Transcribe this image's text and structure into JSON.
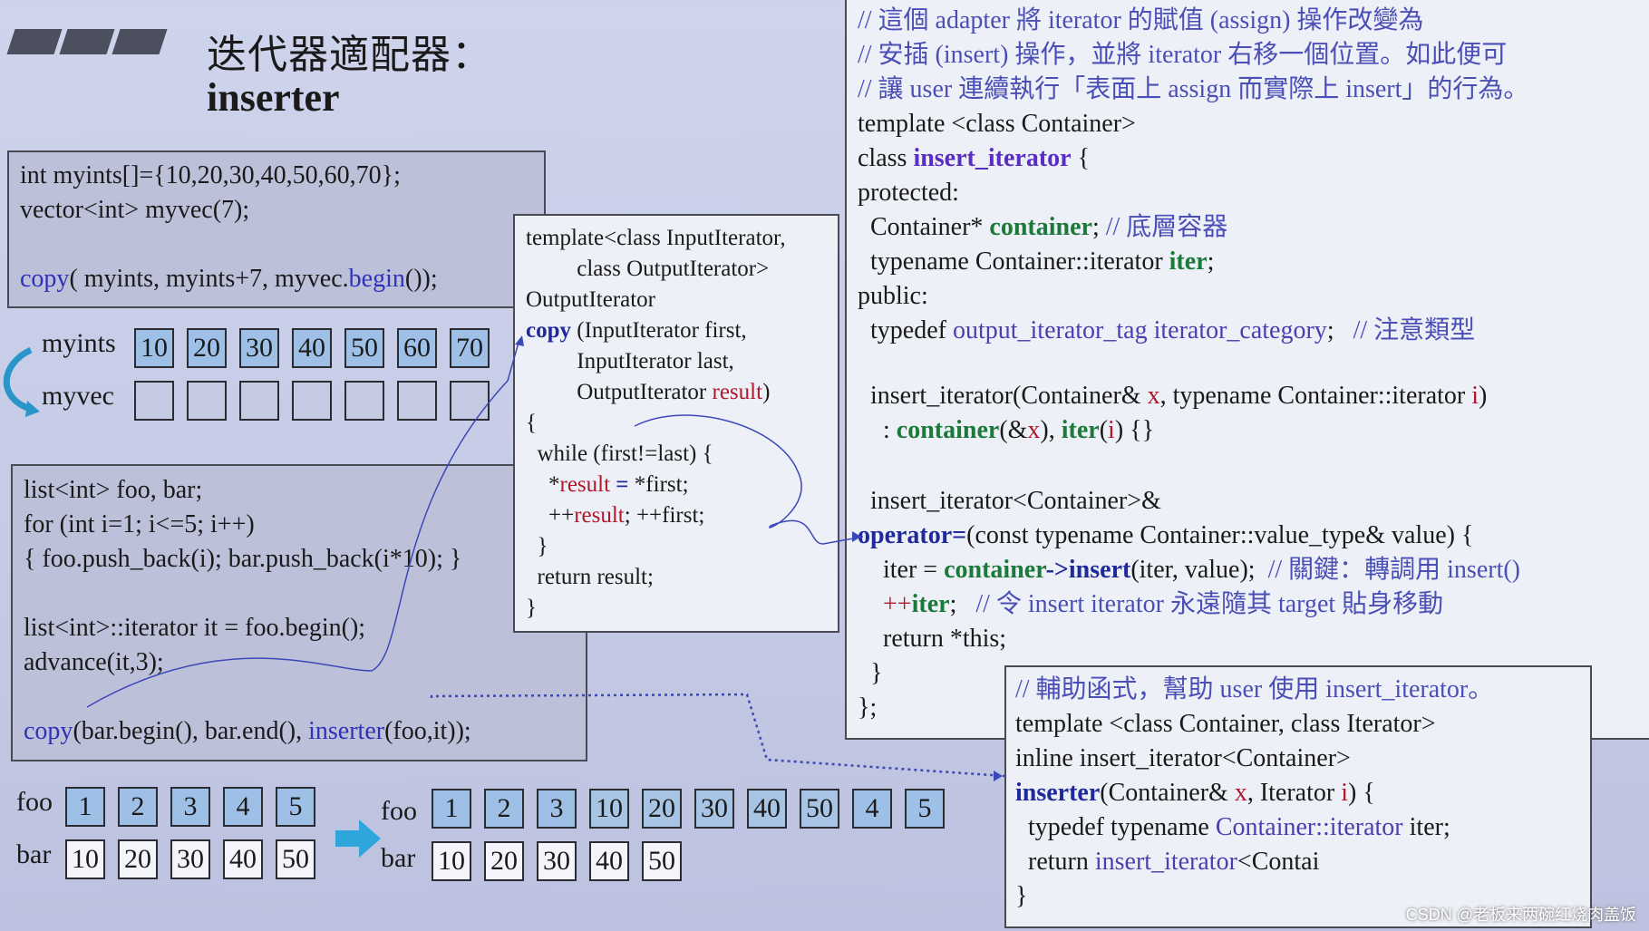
{
  "header": {
    "title_cn": "迭代器適配器：",
    "title_en": "inserter"
  },
  "box1": {
    "lines": [
      [
        {
          "t": "int myints[]={10,20,30,40,50,60,70};"
        }
      ],
      [
        {
          "t": "vector<int> myvec(7);"
        }
      ],
      [
        {
          "t": ""
        }
      ],
      [
        {
          "t": "copy",
          "c": "kw"
        },
        {
          "t": "( myints, myints+7, myvec."
        },
        {
          "t": "begin",
          "c": "kw"
        },
        {
          "t": "());"
        }
      ]
    ]
  },
  "arrays1": {
    "myints_label": "myints",
    "myvec_label": "myvec",
    "myints": [
      "10",
      "20",
      "30",
      "40",
      "50",
      "60",
      "70"
    ]
  },
  "box2": {
    "lines": [
      [
        {
          "t": "list<int> foo, bar;"
        }
      ],
      [
        {
          "t": "for (int i=1; i<=5; i++)"
        }
      ],
      [
        {
          "t": "{ foo.push_back(i); bar.push_back(i*10); }"
        }
      ],
      [
        {
          "t": ""
        }
      ],
      [
        {
          "t": "list<int>::iterator it = foo.begin();"
        }
      ],
      [
        {
          "t": "advance(it,3);"
        }
      ],
      [
        {
          "t": ""
        }
      ],
      [
        {
          "t": "copy",
          "c": "kw"
        },
        {
          "t": "(bar.begin(), bar.end(), "
        },
        {
          "t": "inserter",
          "c": "kw"
        },
        {
          "t": "(foo,it));"
        }
      ]
    ]
  },
  "copy_box": {
    "lines": [
      [
        {
          "t": "template<class InputIterator,"
        }
      ],
      [
        {
          "t": "         class OutputIterator>"
        }
      ],
      [
        {
          "t": "OutputIterator"
        }
      ],
      [
        {
          "t": "copy",
          "c": "navy"
        },
        {
          "t": " (InputIterator first,"
        }
      ],
      [
        {
          "t": "         InputIterator last,"
        }
      ],
      [
        {
          "t": "         OutputIterator "
        },
        {
          "t": "result",
          "c": "red"
        },
        {
          "t": ")"
        }
      ],
      [
        {
          "t": "{"
        }
      ],
      [
        {
          "t": "  while (first!=last) {"
        }
      ],
      [
        {
          "t": "    *"
        },
        {
          "t": "result",
          "c": "red"
        },
        {
          "t": " "
        },
        {
          "t": "=",
          "c": "navy"
        },
        {
          "t": " *first;"
        }
      ],
      [
        {
          "t": "    ++"
        },
        {
          "t": "result",
          "c": "red"
        },
        {
          "t": "; ++first;"
        }
      ],
      [
        {
          "t": "  }"
        }
      ],
      [
        {
          "t": "  return result;"
        }
      ],
      [
        {
          "t": "}"
        }
      ]
    ]
  },
  "right_code": {
    "lines": [
      [
        {
          "t": "// 這個 adapter 將 iterator 的賦值 (assign) 操作改變為",
          "c": "cm"
        }
      ],
      [
        {
          "t": "// 安插 (insert) 操作，並將 iterator 右移一個位置。如此便可",
          "c": "cm"
        }
      ],
      [
        {
          "t": "// 讓 user 連續執行「表面上 assign 而實際上 insert」的行為。",
          "c": "cm"
        }
      ],
      [
        {
          "t": "template <class Container>"
        }
      ],
      [
        {
          "t": "class "
        },
        {
          "t": "insert_iterator",
          "c": "pur"
        },
        {
          "t": " {"
        }
      ],
      [
        {
          "t": "protected:"
        }
      ],
      [
        {
          "t": "  Container* "
        },
        {
          "t": "container",
          "c": "grn"
        },
        {
          "t": "; "
        },
        {
          "t": "// 底層容器",
          "c": "cm"
        }
      ],
      [
        {
          "t": "  typename Container::iterator "
        },
        {
          "t": "iter",
          "c": "grn"
        },
        {
          "t": ";"
        }
      ],
      [
        {
          "t": "public:"
        }
      ],
      [
        {
          "t": "  typedef "
        },
        {
          "t": "output_iterator_tag",
          "c": "fn"
        },
        {
          "t": " "
        },
        {
          "t": "iterator_category",
          "c": "fn"
        },
        {
          "t": ";   "
        },
        {
          "t": "// 注意類型",
          "c": "cm"
        }
      ]
    ],
    "lines2": [
      [
        {
          "t": "  insert_iterator(Container& "
        },
        {
          "t": "x",
          "c": "red"
        },
        {
          "t": ", typename Container::iterator "
        },
        {
          "t": "i",
          "c": "red"
        },
        {
          "t": ")"
        }
      ],
      [
        {
          "t": "    : "
        },
        {
          "t": "container",
          "c": "grn"
        },
        {
          "t": "(&"
        },
        {
          "t": "x",
          "c": "red"
        },
        {
          "t": "), "
        },
        {
          "t": "iter",
          "c": "grn"
        },
        {
          "t": "("
        },
        {
          "t": "i",
          "c": "red"
        },
        {
          "t": ") {}"
        }
      ]
    ],
    "lines3": [
      [
        {
          "t": "  insert_iterator<Container>&"
        }
      ],
      [
        {
          "t": "operator=",
          "c": "navy"
        },
        {
          "t": "(const typename Container::value_type& value) {"
        }
      ],
      [
        {
          "t": "    iter = "
        },
        {
          "t": "container",
          "c": "grn"
        },
        {
          "t": "->",
          "c": "navy"
        },
        {
          "t": "insert",
          "c": "navy"
        },
        {
          "t": "(iter, value);  "
        },
        {
          "t": "// 關鍵：轉調用 insert()",
          "c": "cm"
        }
      ],
      [
        {
          "t": "    ++",
          "c": "red"
        },
        {
          "t": "iter",
          "c": "grn"
        },
        {
          "t": ";   "
        },
        {
          "t": "// 令 insert iterator 永遠隨其 target 貼身移動",
          "c": "cm"
        }
      ],
      [
        {
          "t": "    return *this;"
        }
      ],
      [
        {
          "t": "  }"
        }
      ],
      [
        {
          "t": "};"
        }
      ]
    ]
  },
  "helper_box": {
    "lines": [
      [
        {
          "t": "// 輔助函式，幫助 user 使用 insert_iterator。",
          "c": "cm"
        }
      ],
      [
        {
          "t": "template <class Container, class Iterator>"
        }
      ],
      [
        {
          "t": "inline insert_iterator<Container>"
        }
      ],
      [
        {
          "t": "inserter",
          "c": "navy"
        },
        {
          "t": "(Container& "
        },
        {
          "t": "x",
          "c": "red"
        },
        {
          "t": ", Iterator "
        },
        {
          "t": "i",
          "c": "red"
        },
        {
          "t": ") {"
        }
      ],
      [
        {
          "t": "  typedef typename "
        },
        {
          "t": "Container::iterator",
          "c": "fn"
        },
        {
          "t": " iter;"
        }
      ],
      [
        {
          "t": "  return "
        },
        {
          "t": "insert_iterator",
          "c": "fn"
        },
        {
          "t": "<Contai"
        }
      ],
      [
        {
          "t": "}"
        }
      ]
    ]
  },
  "arrays2": {
    "foo_label": "foo",
    "bar_label": "bar",
    "foo_before": [
      "1",
      "2",
      "3",
      "4",
      "5"
    ],
    "bar_before": [
      "10",
      "20",
      "30",
      "40",
      "50"
    ],
    "foo_after": [
      "1",
      "2",
      "3",
      "10",
      "20",
      "30",
      "40",
      "50",
      "4",
      "5"
    ],
    "bar_after": [
      "10",
      "20",
      "30",
      "40",
      "50"
    ]
  },
  "watermark": "CSDN @老板来两碗红烧肉盖饭",
  "colors": {
    "cell_blue": "#9fc0e6",
    "accent_blue": "#2d33b8",
    "green": "#1b7a3a",
    "red": "#b0182a"
  }
}
